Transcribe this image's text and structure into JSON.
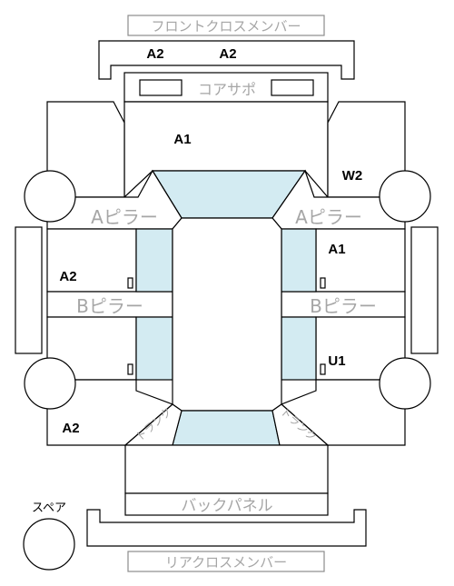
{
  "parts": {
    "front_cross_member": "フロントクロスメンバー",
    "core_support": "コアサポ",
    "a_pillar_left": "Aピラー",
    "a_pillar_right": "Aピラー",
    "b_pillar_left": "Bピラー",
    "b_pillar_right": "Bピラー",
    "trunk_left": "トランク",
    "trunk_right": "トランク",
    "back_panel": "バックパネル",
    "spare": "スペア",
    "rear_cross_member": "リアクロスメンバー"
  },
  "grades": {
    "front_member_left": "A2",
    "front_member_right": "A2",
    "hood": "A1",
    "front_fender_right": "W2",
    "front_door_right": "A1",
    "front_door_left": "A2",
    "rear_door_right": "U1",
    "rear_quarter_left": "A2"
  },
  "colors": {
    "glass": "#d3ebf2",
    "label_gray": "#a6a6a6",
    "line": "#000000"
  }
}
